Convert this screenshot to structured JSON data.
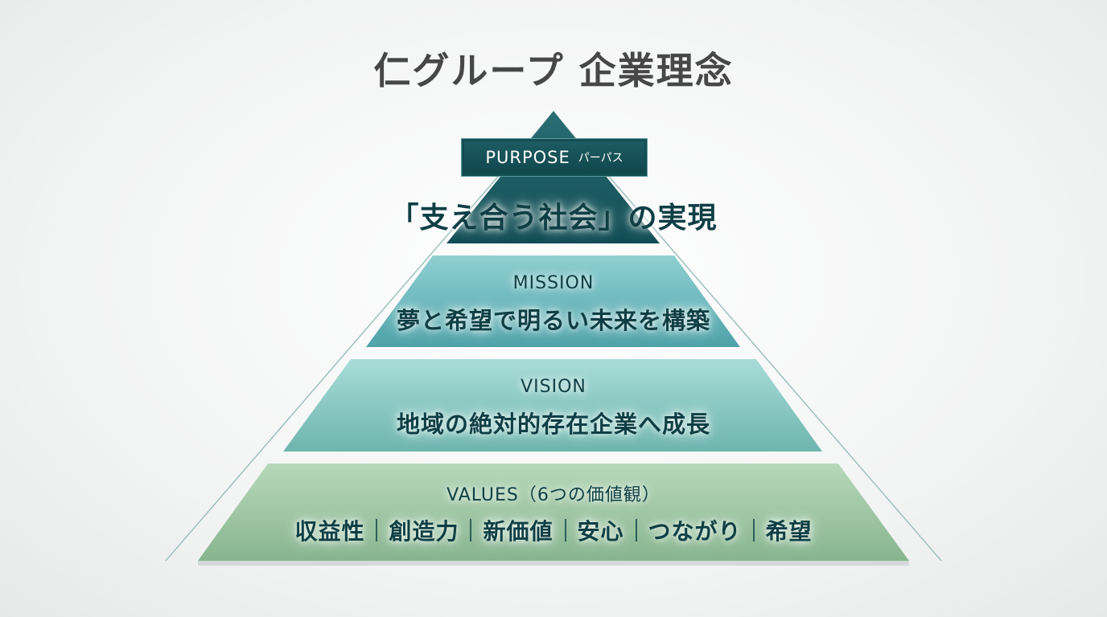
{
  "title": "仁グループ 企業理念",
  "purpose": {
    "label": "PURPOSE",
    "label_jp": "パーパス",
    "text": "「支え合う社会」の実現"
  },
  "mission": {
    "label": "MISSION",
    "text": "夢と希望で明るい未来を構築"
  },
  "vision": {
    "label": "VISION",
    "text": "地域の絶対的存在企業へ成長"
  },
  "values": {
    "label": "VALUES（6つの価値観）",
    "items": [
      "収益性",
      "創造力",
      "新価値",
      "安心",
      "つながり",
      "希望"
    ]
  },
  "colors": {
    "purpose": "#155259",
    "mission": "#5fb0b5",
    "vision": "#8cc8c4",
    "values": "#9dc4a0"
  }
}
